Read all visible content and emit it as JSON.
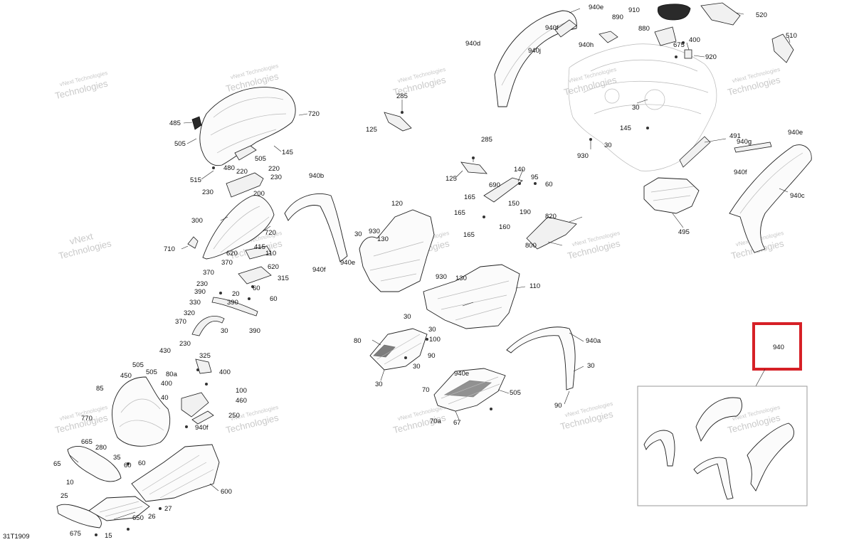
{
  "diagram_code": "31T1909",
  "highlight_label": "940",
  "highlight_color": "#d62026",
  "watermark": {
    "line1": "vNext",
    "line2": "Technologies",
    "small": "vNext Technologies"
  },
  "labels": [
    "910",
    "940e",
    "520",
    "940f",
    "890",
    "880",
    "675",
    "400",
    "510",
    "940h",
    "940d",
    "940j",
    "920",
    "720",
    "285",
    "30",
    "485",
    "125",
    "505",
    "145",
    "930",
    "30",
    "491",
    "940g",
    "940e",
    "145",
    "505",
    "220",
    "480",
    "220",
    "230",
    "515",
    "230",
    "200",
    "285",
    "140",
    "95",
    "125",
    "940f",
    "690",
    "60",
    "940c",
    "940b",
    "165",
    "150",
    "120",
    "190",
    "495",
    "300",
    "30",
    "930",
    "165",
    "820",
    "720",
    "130",
    "160",
    "710",
    "415",
    "165",
    "800",
    "940f",
    "940e",
    "110",
    "620",
    "110",
    "370",
    "620",
    "370",
    "315",
    "930",
    "130",
    "230",
    "60",
    "390",
    "20",
    "60",
    "330",
    "390",
    "30",
    "30",
    "320",
    "370",
    "390",
    "30",
    "940a",
    "80",
    "100",
    "430",
    "230",
    "90",
    "325",
    "505",
    "30",
    "505",
    "400",
    "80a",
    "30",
    "940e",
    "30",
    "450",
    "400",
    "85",
    "100",
    "70",
    "505",
    "40",
    "460",
    "250",
    "770",
    "940f",
    "90",
    "70a",
    "67",
    "665",
    "280",
    "65",
    "35",
    "60",
    "60",
    "10",
    "600",
    "25",
    "27",
    "650",
    "675",
    "15",
    "26"
  ]
}
